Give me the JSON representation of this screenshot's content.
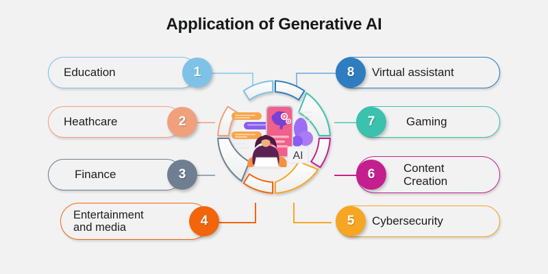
{
  "page": {
    "title": "Application of Generative AI",
    "background_color": "#f2f2f2",
    "title_color": "#17181a"
  },
  "center": {
    "label": "ai-illustration",
    "ai_badge_text": "AI",
    "ring_segments": 8
  },
  "items": [
    {
      "number": "1",
      "label": "Education",
      "color": "#7fc2e8",
      "side": "left",
      "connector": "elbow-down"
    },
    {
      "number": "2",
      "label": "Heathcare",
      "color": "#f0a07d",
      "side": "left",
      "connector": "straight"
    },
    {
      "number": "3",
      "label": "Finance",
      "color": "#6d7f90",
      "side": "left",
      "connector": "straight"
    },
    {
      "number": "4",
      "label": "Entertainment\nand media",
      "color": "#f2650c",
      "side": "left",
      "connector": "elbow-up"
    },
    {
      "number": "5",
      "label": "Cybersecurity",
      "color": "#f6a623",
      "side": "right",
      "connector": "elbow-up"
    },
    {
      "number": "6",
      "label": "Content\nCreation",
      "color": "#c41f8e",
      "side": "right",
      "connector": "straight"
    },
    {
      "number": "7",
      "label": "Gaming",
      "color": "#3bc1ad",
      "side": "right",
      "connector": "straight"
    },
    {
      "number": "8",
      "label": "Virtual assistant",
      "color": "#2e7dc0",
      "side": "right",
      "connector": "elbow-down"
    }
  ]
}
